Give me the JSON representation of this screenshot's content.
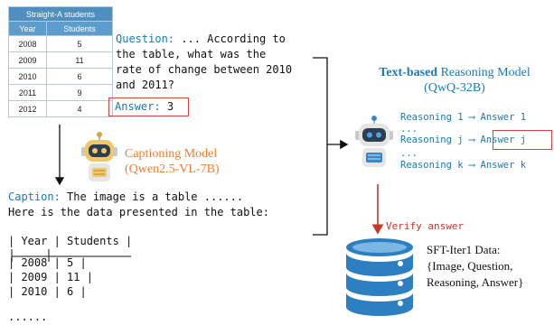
{
  "table": {
    "title": "Straight-A students",
    "headers": [
      "Year",
      "Students"
    ],
    "rows": [
      [
        "2008",
        "5"
      ],
      [
        "2009",
        "11"
      ],
      [
        "2010",
        "6"
      ],
      [
        "2011",
        "9"
      ],
      [
        "2012",
        "4"
      ]
    ]
  },
  "question": {
    "label": "Question:",
    "line1": "... According to",
    "line2": "the table, what was the",
    "line3": "rate of change between 2010",
    "line4": "and 2011?"
  },
  "answer": {
    "label": "Answer:",
    "value": "3"
  },
  "captioning_model": {
    "title": "Captioning Model",
    "name": "(Qwen2.5-VL-7B)"
  },
  "caption": {
    "label": "Caption:",
    "line1": " The image is a table ......",
    "line2": "Here is the data presented in the table:"
  },
  "caption_table": {
    "header": "| Year | Students |",
    "separator": "|------|----------|",
    "rows": [
      "| 2008 | 5 |",
      "| 2009 | 11 |",
      "| 2010 | 6 |"
    ],
    "ellipsis": "......"
  },
  "reasoning_model": {
    "bold": "Text-based",
    "rest": " Reasoning Model",
    "name": "(QwQ-32B)"
  },
  "reasoning": {
    "line1": "Reasoning 1 ⟶ Answer 1",
    "dots1": "...",
    "line_j_prefix": "Reasoning j ⟶ ",
    "line_j_answer": "Answer j",
    "dots2": "...",
    "line_k": "Reasoning k ⟶ Answer k"
  },
  "verify": "Verify answer",
  "sft": {
    "line1": "SFT-Iter1 Data:",
    "line2": "{Image, Question,",
    "line3": "Reasoning, Answer}"
  },
  "colors": {
    "blue": "#1a79b6",
    "orange": "#ef7e2e",
    "red": "#d6453d",
    "db": "#2c7fc0"
  },
  "icons": [
    "robot-icon",
    "robot-icon",
    "database-icon"
  ]
}
